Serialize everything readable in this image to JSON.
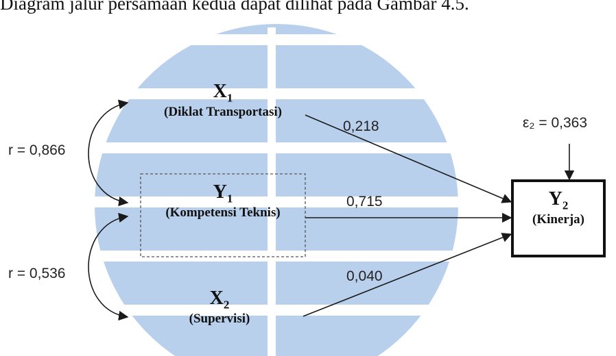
{
  "caption": "Diagram jalur persamaan kedua dapat dilihat pada Gambar 4.5.",
  "nodes": {
    "x1": {
      "symbol": "X",
      "sub": "1",
      "description": "(Diklat Transportasi)"
    },
    "y1": {
      "symbol": "Y",
      "sub": "1",
      "description": "(Kompetensi Teknis)"
    },
    "x2": {
      "symbol": "X",
      "sub": "2",
      "description": "(Supervisi)"
    },
    "y2": {
      "symbol": "Y",
      "sub": "2",
      "description": "(Kinerja)"
    }
  },
  "paths": {
    "x1_y2": "0,218",
    "y1_y2": "0,715",
    "x2_y2": "0,040"
  },
  "correlations": {
    "x1_y1": "r = 0,866",
    "y1_x2": "r = 0,536"
  },
  "error": "ε₂ = 0,363",
  "colors": {
    "watermark": "#b9d0ec",
    "line": "#1a1a1a"
  }
}
